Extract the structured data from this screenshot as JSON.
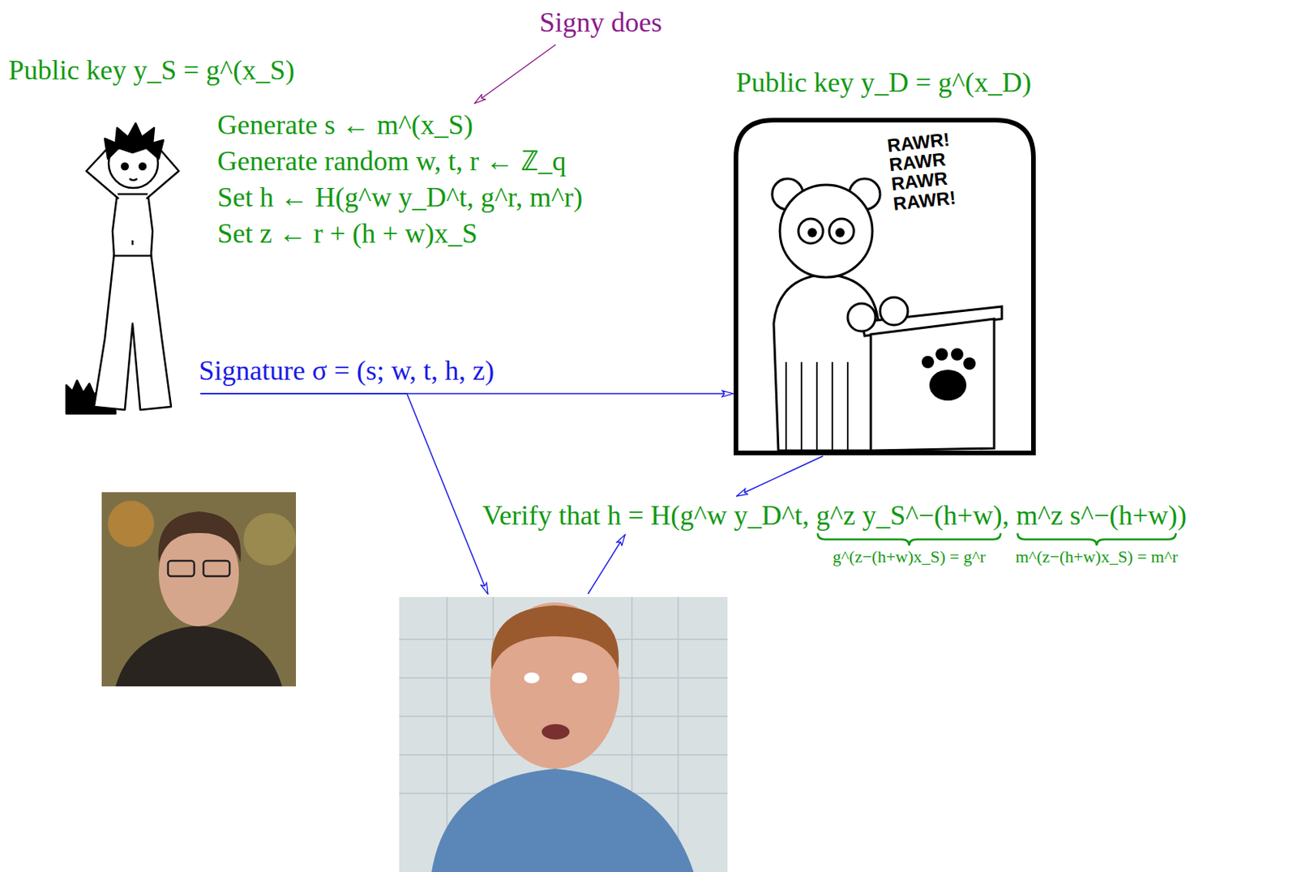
{
  "diagram": {
    "nodes": [
      {
        "text": [
          "Public key y_S = g^(x_S)"
        ]
      },
      {
        "text": [
          "Public key y_D = g^(x_D)",
          "RAWR! RAWR RAWR RAWR!"
        ]
      },
      {
        "text": []
      },
      {
        "text": [
          "Verify that h = H(g^w y_D^t, g^z y_S^−(h+w), m^z s^−(h+w))"
        ]
      }
    ],
    "edges": [
      {
        "from": 0,
        "to": 1,
        "label": "Signature σ = (s; w, t, h, z)",
        "arrow": "to"
      },
      {
        "from": 0,
        "to": 2,
        "arrow": "to"
      },
      {
        "from": 1,
        "to": 3,
        "arrow": "to"
      },
      {
        "from": 2,
        "to": 3,
        "arrow": "to"
      }
    ],
    "labels": [
      "Signy does",
      "Generate s ← m^(x_S)",
      "Generate random w, t, r ← ℤ_q",
      "Set h ← H(g^w y_D^t, g^r, m^r)",
      "Set z ← r + (h + w)x_S",
      "g^(z−(h+w)x_S) = g^r",
      "m^(z−(h+w)x_S) = m^r"
    ]
  }
}
